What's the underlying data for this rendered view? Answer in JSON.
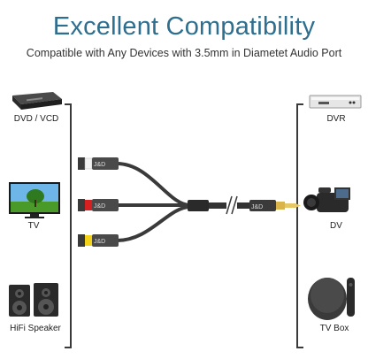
{
  "heading": {
    "title": "Excellent Compatibility",
    "subtitle": "Compatible with Any Devices with 3.5mm in Diametet Audio Port"
  },
  "devices_left": [
    {
      "label": "DVD / VCD",
      "icon": "dvd-player-icon"
    },
    {
      "label": "TV",
      "icon": "tv-icon"
    },
    {
      "label": "HiFi Speaker",
      "icon": "speaker-icon"
    }
  ],
  "devices_right": [
    {
      "label": "DVR",
      "icon": "dvr-icon"
    },
    {
      "label": "DV",
      "icon": "camcorder-icon"
    },
    {
      "label": "TV Box",
      "icon": "tv-box-icon"
    }
  ],
  "cable": {
    "brand": "J&D",
    "connector_colors": [
      "#f2f2f2",
      "#d42020",
      "#f2d21a"
    ]
  },
  "colors": {
    "title": "#2e6e8e",
    "bracket": "#3a3a3a"
  }
}
